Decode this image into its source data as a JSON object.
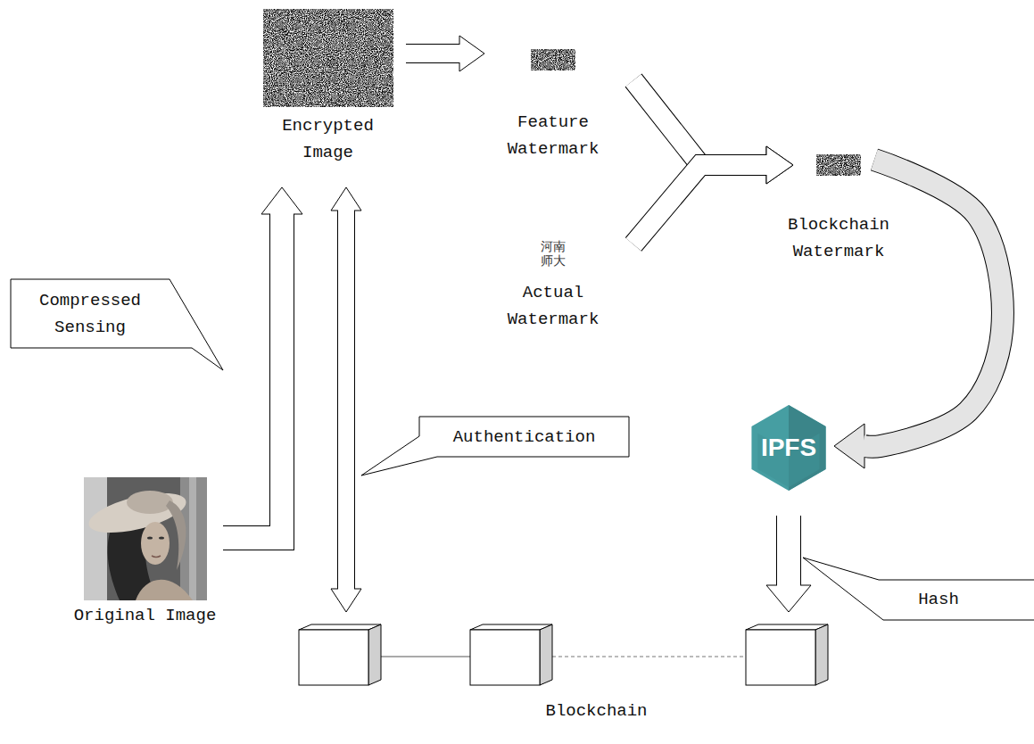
{
  "diagram": {
    "nodes": [
      {
        "text": [
          "Encrypted Image"
        ]
      },
      {
        "text": [
          "Feature Watermark"
        ]
      },
      {
        "text": [
          "Blockchain Watermark"
        ]
      },
      {
        "text": [
          "河南 师大",
          "Actual Watermark"
        ]
      },
      {
        "text": [
          "Compressed Sensing"
        ]
      },
      {
        "text": [
          "IPFS"
        ]
      },
      {
        "text": [
          "Authentication"
        ]
      },
      {
        "text": [
          "Original Image"
        ]
      },
      {
        "text": [
          "Hash"
        ]
      },
      {
        "text": [
          "Blockchain"
        ]
      }
    ],
    "edges": [
      {
        "from": 7,
        "to": 0,
        "arrow": "to"
      },
      {
        "from": 0,
        "to": 1,
        "arrow": "to"
      },
      {
        "from": 1,
        "to": 2,
        "arrow": "to"
      },
      {
        "from": 3,
        "to": 2,
        "arrow": "to"
      },
      {
        "from": 2,
        "to": 5,
        "arrow": "to"
      },
      {
        "from": 5,
        "to": 9,
        "arrow": "to"
      },
      {
        "from": 0,
        "to": 9,
        "arrow": "both"
      }
    ]
  }
}
